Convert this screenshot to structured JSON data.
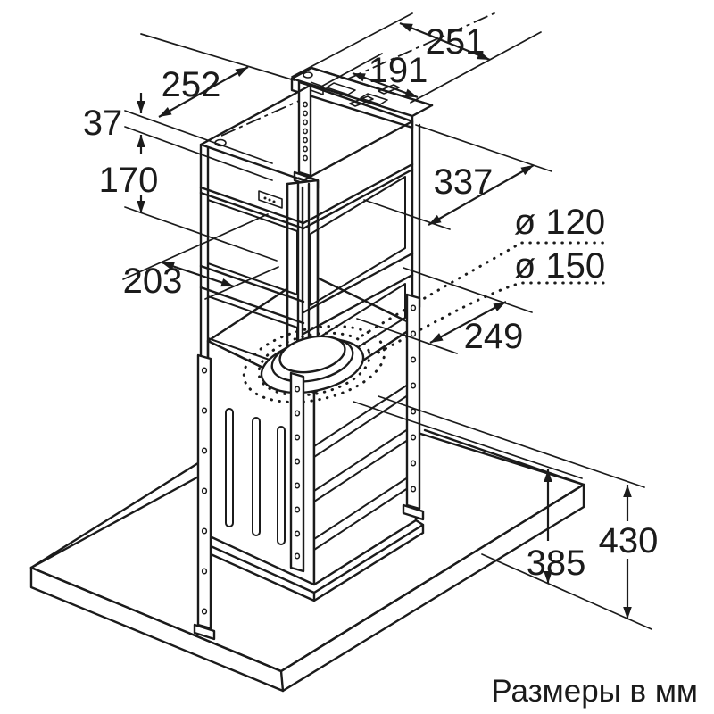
{
  "footer_note": "Размеры в мм",
  "dimensions": {
    "ceiling_plate_depth": "251",
    "mounting_bracket_length": "191",
    "ceiling_offset": "252",
    "strip_overlap": "37",
    "upper_frame_height": "170",
    "frame_side_width": "203",
    "frame_depth": "337",
    "duct_diameter_small": "ø 120",
    "duct_diameter_large": "ø 150",
    "duct_center_distance": "249",
    "height_above_counter_max": "430",
    "height_above_counter_min": "385"
  },
  "colors": {
    "line": "#1b1b1b",
    "background": "#ffffff"
  }
}
